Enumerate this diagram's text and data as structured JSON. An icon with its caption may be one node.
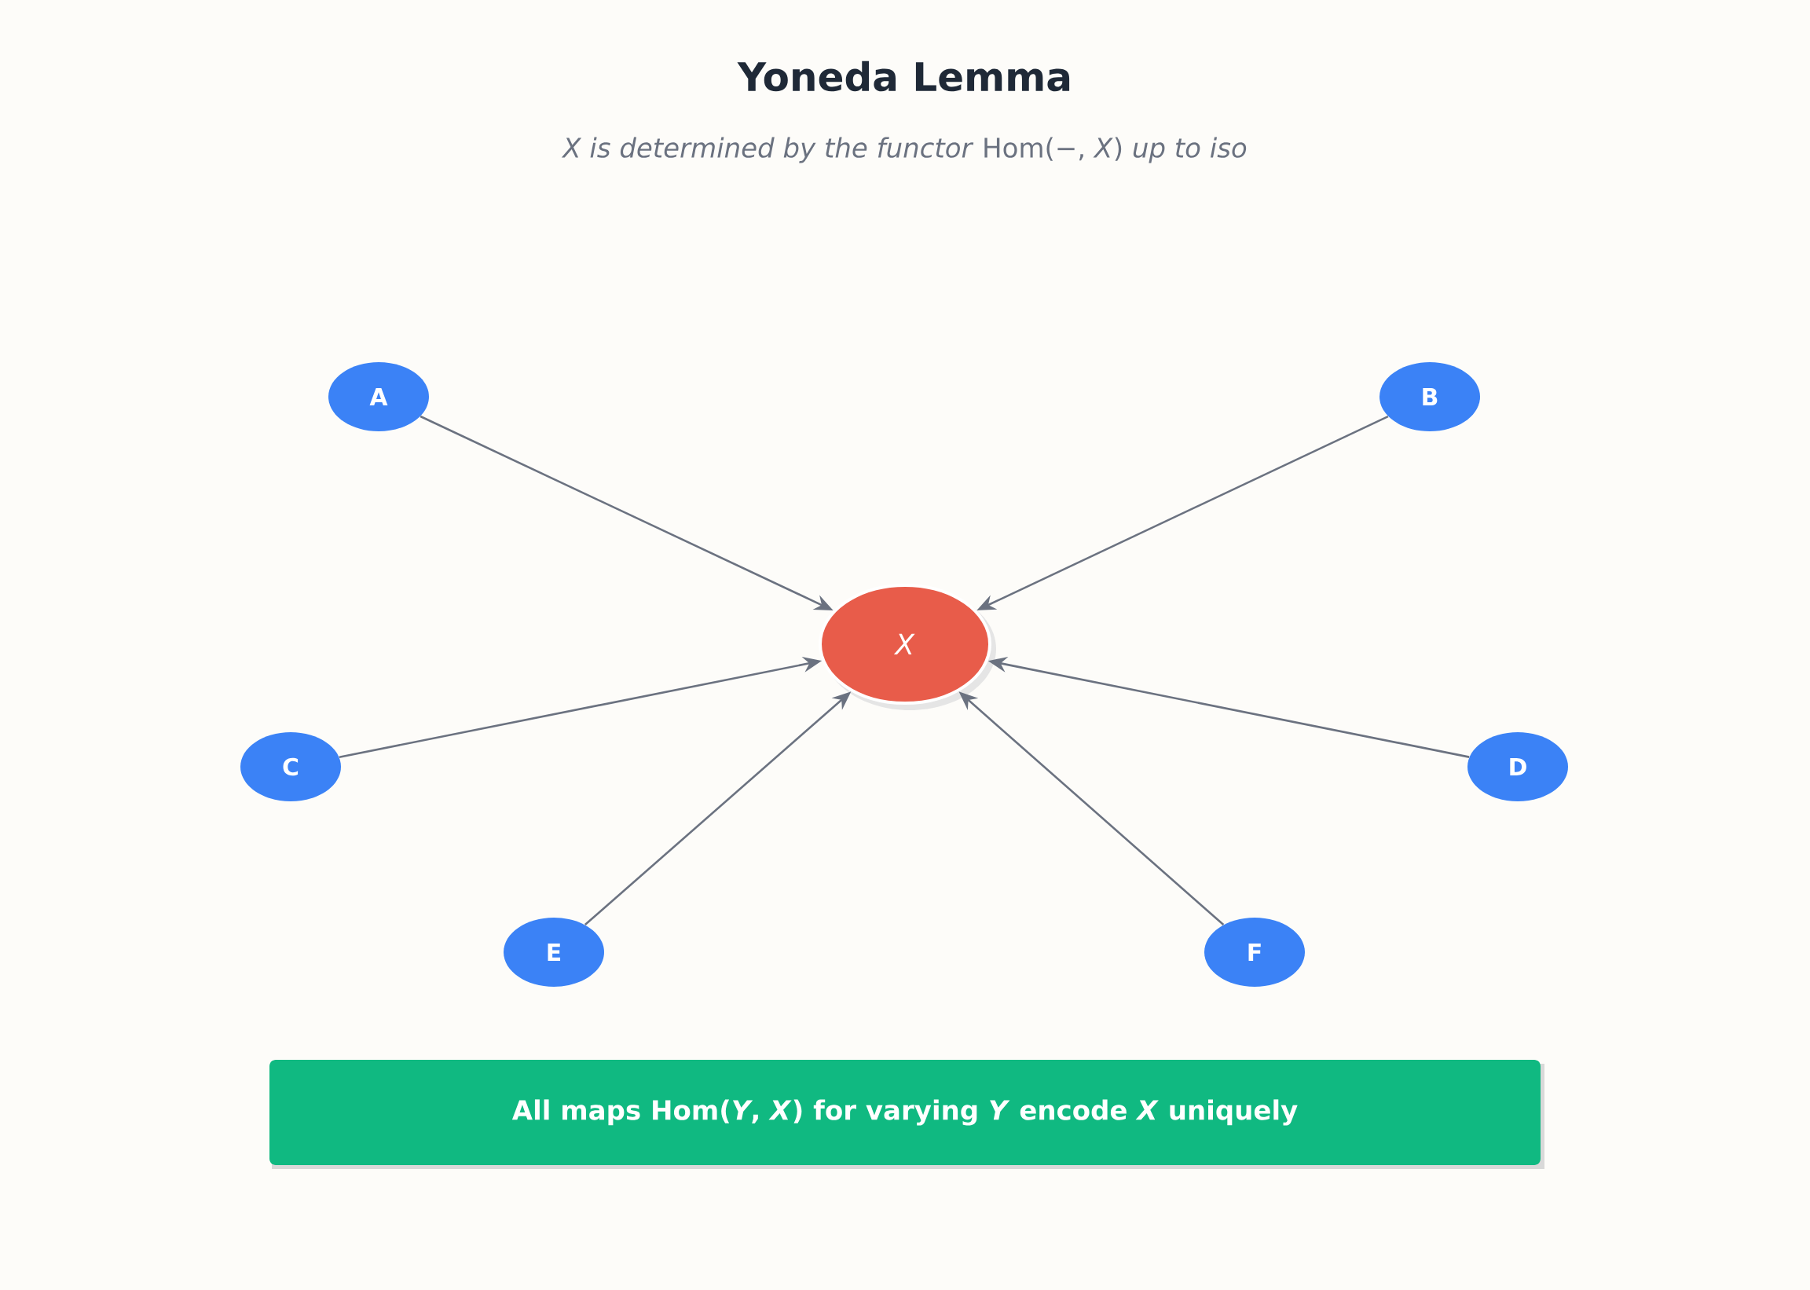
{
  "diagram": {
    "title": "Yoneda Lemma",
    "caption": "*X is determined by the functor* Hom(−, *X*) *up to iso*",
    "nodes": [
      {
        "text": [
          "A"
        ]
      },
      {
        "text": [
          "B"
        ]
      },
      {
        "text": [
          "*X*"
        ]
      },
      {
        "text": [
          "C"
        ]
      },
      {
        "text": [
          "D"
        ]
      },
      {
        "text": [
          "E"
        ]
      },
      {
        "text": [
          "F"
        ]
      },
      {
        "text": [
          "**All maps** Hom(*Y*, *X*) **for varying** *Y* **encode** *X* **uniquely**"
        ]
      }
    ],
    "edges": [
      {
        "from": 0,
        "to": 2,
        "arrow": "to"
      },
      {
        "from": 1,
        "to": 2,
        "arrow": "to"
      },
      {
        "from": 3,
        "to": 2,
        "arrow": "to"
      },
      {
        "from": 4,
        "to": 2,
        "arrow": "to"
      },
      {
        "from": 5,
        "to": 2,
        "arrow": "to"
      },
      {
        "from": 6,
        "to": 2,
        "arrow": "to"
      }
    ]
  }
}
